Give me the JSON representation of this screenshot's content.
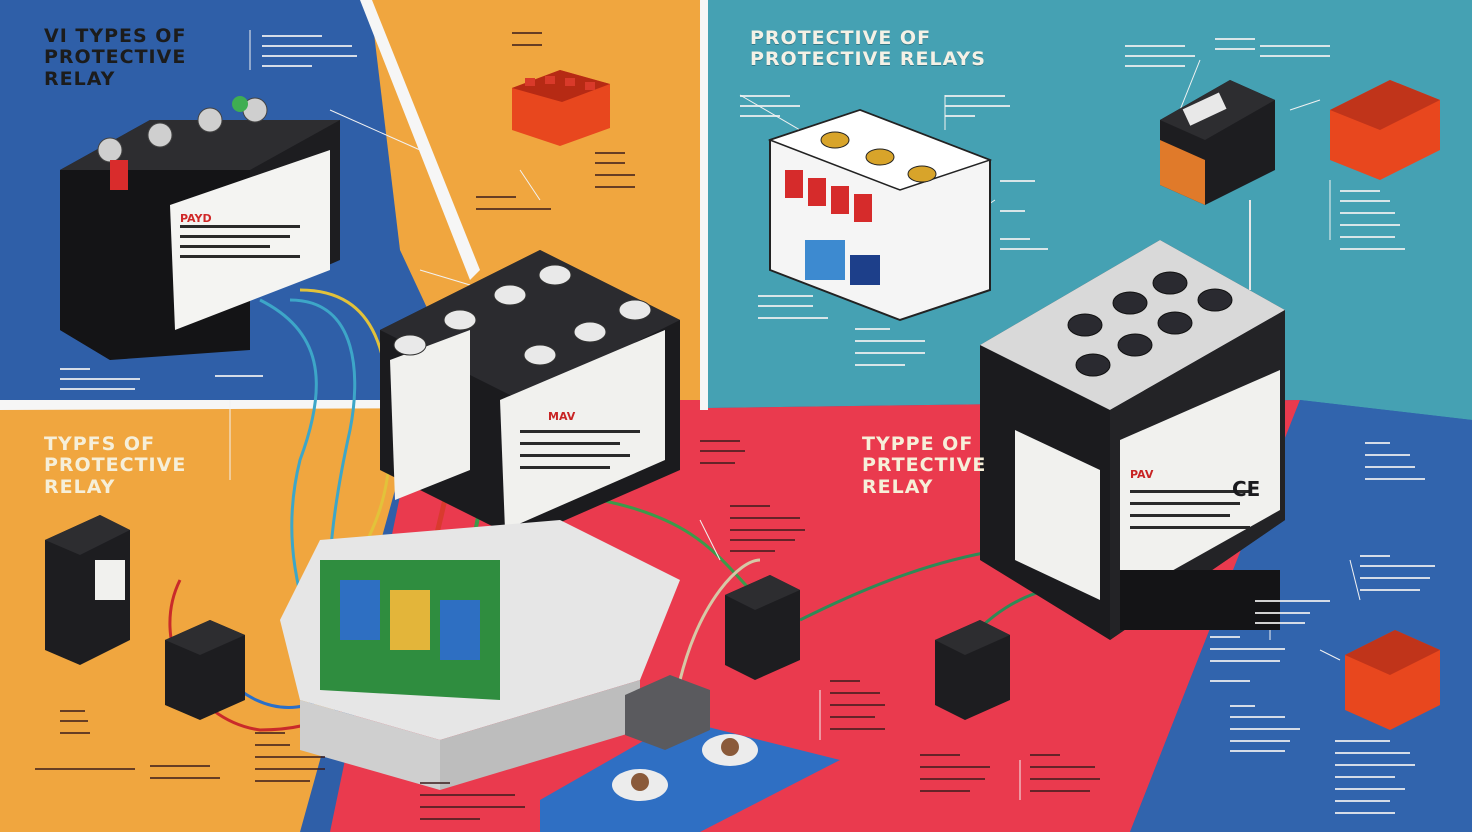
{
  "titles": {
    "top_left": {
      "line1": "VI TYPES OF",
      "line2": "PROTECTIVE",
      "line3": "RELAY"
    },
    "top_right": {
      "line1": "PROTECTIVE OF",
      "line2": "PROTECTIVE RELAYS"
    },
    "mid_left": {
      "line1": "TYPFS OF",
      "line2": "PROTECTIVE",
      "line3": "RELAY"
    },
    "mid_center": {
      "line1": "TYPPE OF",
      "line2": "PRTECTIVE",
      "line3": "RELAY"
    }
  },
  "device_marks": {
    "relay_left_brand": "PAYD",
    "relay_center_brand": "MAV",
    "relay_right_brand": "PAV",
    "relay_right_cert": "CE"
  },
  "annotations_note": "Small callout texts in the image are illegible pseudo-text and are rendered only as placeholder glyph lines.",
  "colors": {
    "panel_blue": "#2f5fa8",
    "panel_orange": "#f0a63f",
    "panel_teal": "#45a1b3",
    "panel_red": "#ea3a4e",
    "panel_blue_right": "#3164ad",
    "relay_black": "#1d1d20",
    "relay_label_white": "#f4f4f2"
  }
}
